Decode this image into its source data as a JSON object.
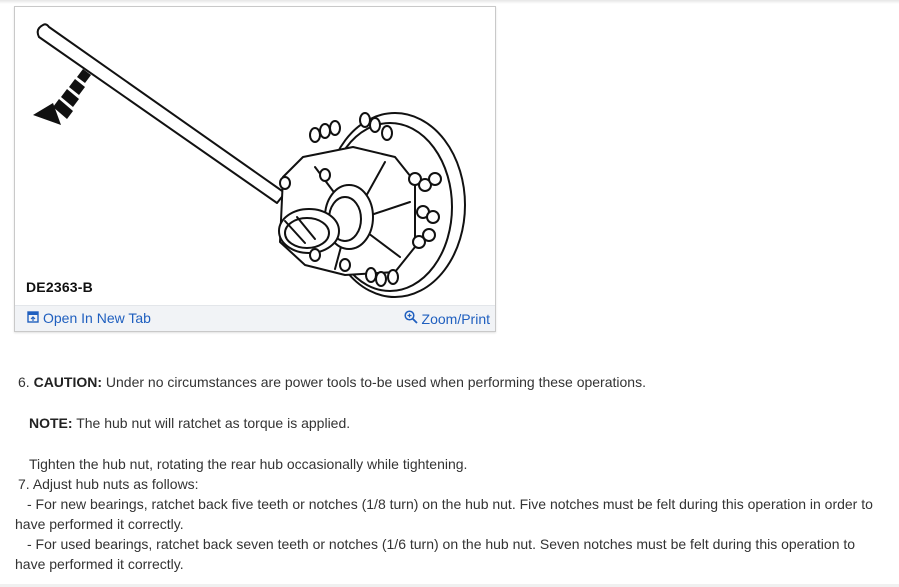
{
  "figure": {
    "caption": "DE2363-B",
    "open_link_label": "Open In New Tab",
    "zoom_link_label": "Zoom/Print"
  },
  "steps": {
    "step6_number": "6.",
    "caution_label": "CAUTION:",
    "caution_text": " Under no circumstances are power tools to-be used when performing these operations.",
    "note_label": "NOTE:",
    "note_text": " The hub nut will ratchet as torque is applied.",
    "tighten_text": "Tighten the hub nut, rotating the rear hub occasionally while tightening.",
    "step7_number": "7.",
    "step7_text": "Adjust hub nuts as follows:",
    "bullet1": "-  For new bearings, ratchet back five teeth or notches (1/8 turn) on the hub nut. Five notches must be felt during this operation in order to have performed it correctly.",
    "bullet2": "-  For used bearings, ratchet back seven teeth or notches (1/6 turn) on the hub nut. Seven notches must be felt during this operation to have performed it correctly."
  },
  "colors": {
    "link": "#1f5fbf",
    "footer_bg": "#f1f3f6",
    "border": "#c9c9c9"
  },
  "icons": [
    "open-in-new-tab-icon",
    "zoom-icon"
  ]
}
